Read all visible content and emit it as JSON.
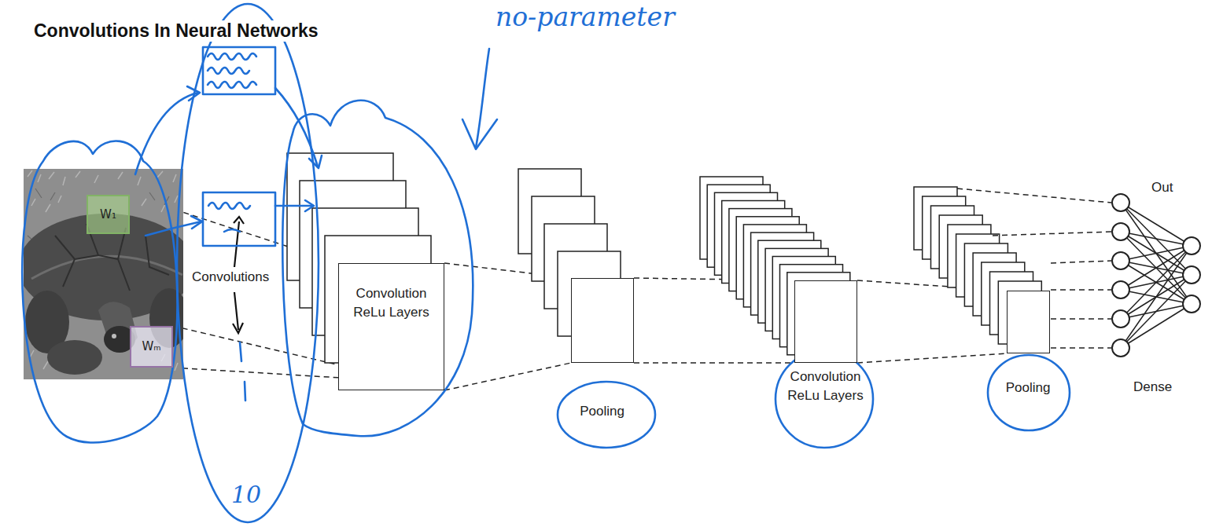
{
  "diagram": {
    "title": "Convolutions In Neural Networks",
    "nodes": [
      {
        "text": [
          "W₁"
        ]
      },
      {
        "text": [
          "Wₘ"
        ]
      },
      {
        "text": [
          "Convolution ReLu Layers"
        ]
      },
      {
        "text": [
          "Pooling"
        ]
      },
      {
        "text": [
          "Convolution ReLu Layers"
        ]
      },
      {
        "text": [
          "Pooling"
        ]
      }
    ],
    "edges": [
      {
        "from": 0,
        "to": 2,
        "arrow": "none"
      },
      {
        "from": 1,
        "to": 2,
        "arrow": "none"
      },
      {
        "from": 2,
        "to": 3,
        "arrow": "none"
      },
      {
        "from": 3,
        "to": 4,
        "arrow": "none"
      },
      {
        "from": 4,
        "to": 5,
        "arrow": "none"
      }
    ],
    "labels": [
      "Convolutions",
      "Out",
      "Dense",
      "no-parameter",
      "10"
    ]
  }
}
